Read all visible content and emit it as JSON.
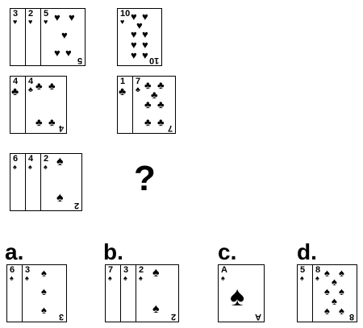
{
  "puzzle": {
    "question_mark": "?",
    "rows": [
      {
        "left": [
          {
            "rank": "3",
            "suit": "♥"
          },
          {
            "rank": "2",
            "suit": "♥"
          },
          {
            "rank": "5",
            "suit": "♥"
          }
        ],
        "right": [
          {
            "rank": "10",
            "suit": "♥"
          }
        ]
      },
      {
        "left": [
          {
            "rank": "4",
            "suit": "♣"
          },
          {
            "rank": "4",
            "suit": "♣"
          }
        ],
        "right": [
          {
            "rank": "1",
            "suit": "♣"
          },
          {
            "rank": "7",
            "suit": "♣"
          }
        ]
      },
      {
        "left": [
          {
            "rank": "6",
            "suit": "♠"
          },
          {
            "rank": "4",
            "suit": "♠"
          },
          {
            "rank": "2",
            "suit": "♠"
          }
        ]
      }
    ]
  },
  "options": [
    {
      "label": "a.",
      "cards": [
        {
          "rank": "6",
          "suit": "♠"
        },
        {
          "rank": "3",
          "suit": "♠"
        }
      ]
    },
    {
      "label": "b.",
      "cards": [
        {
          "rank": "7",
          "suit": "♠"
        },
        {
          "rank": "3",
          "suit": "♠"
        },
        {
          "rank": "2",
          "suit": "♠"
        }
      ]
    },
    {
      "label": "c.",
      "cards": [
        {
          "rank": "A",
          "suit": "♠"
        }
      ]
    },
    {
      "label": "d.",
      "cards": [
        {
          "rank": "5",
          "suit": "♠"
        },
        {
          "rank": "8",
          "suit": "♠"
        }
      ]
    }
  ]
}
